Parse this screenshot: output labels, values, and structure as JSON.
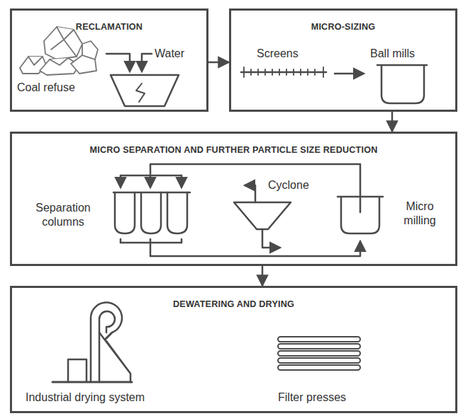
{
  "diagram": {
    "nodes": [
      {
        "text": [
          "RECLAMATION"
        ]
      },
      {
        "text": [
          "MICRO-SIZING"
        ]
      },
      {
        "text": [
          "MICRO SEPARATION AND FURTHER PARTICLE SIZE REDUCTION"
        ]
      },
      {
        "text": [
          "DEWATERING AND DRYING"
        ]
      }
    ],
    "edges": [
      {
        "from": 0,
        "to": 1,
        "arrow": "to"
      },
      {
        "from": 1,
        "to": 2,
        "arrow": "to"
      },
      {
        "from": 2,
        "to": 3,
        "arrow": "to"
      }
    ],
    "labels": [
      "Coal refuse",
      "Water",
      "Screens",
      "Ball mills",
      "Separation columns",
      "Cyclone",
      "Micro milling",
      "Industrial drying system",
      "Filter presses"
    ]
  }
}
